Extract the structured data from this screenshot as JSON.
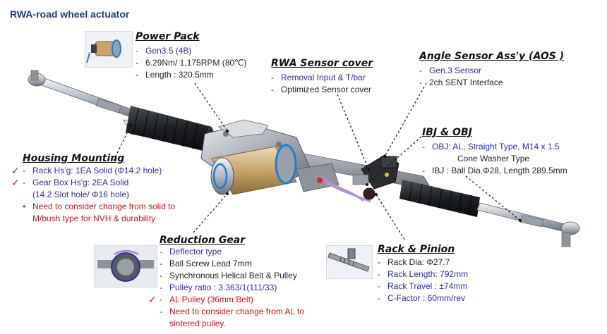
{
  "title": "RWA-road wheel actuator",
  "sections": {
    "power_pack": {
      "title": "Power Pack",
      "lines": [
        {
          "text": "Gen3.5 (4B)",
          "color": "blue"
        },
        {
          "text": "6.29Nm/ 1,175RPM (80℃)",
          "color": "black"
        },
        {
          "text": "Length : 320.5mm",
          "color": "black"
        }
      ]
    },
    "rwa_sensor_cover": {
      "title": "RWA Sensor cover",
      "lines": [
        {
          "text": "Removal Input & T/bar",
          "color": "blue"
        },
        {
          "text": "Optimized Sensor cover",
          "color": "black"
        }
      ]
    },
    "angle_sensor": {
      "title": "Angle Sensor Ass'y (AOS )",
      "lines": [
        {
          "text": "Gen.3 Sensor",
          "color": "blue"
        },
        {
          "text": "2ch SENT Interface",
          "color": "black"
        }
      ]
    },
    "ibj_obj": {
      "title": "IBJ & OBJ",
      "lines": [
        {
          "text": "OBJ: AL, Straight Type, M14 x 1.5",
          "color": "blue"
        },
        {
          "text": "Cone Washer Type",
          "color": "black"
        },
        {
          "text": "IBJ : Ball Dia.Φ28, Length 289.5mm",
          "color": "black"
        }
      ]
    },
    "housing_mounting": {
      "title": "Housing Mounting",
      "lines": [
        {
          "text": "Rack Hs'g: 1EA Solid (Φ14.2 hole)",
          "color": "blue"
        },
        {
          "text": "Gear Box Hs'g: 2EA Solid",
          "color": "blue"
        },
        {
          "text": "(14.2 Slot hole/ Φ16 hole)",
          "color": "blue"
        },
        {
          "text": "Need to consider change from solid to",
          "color": "red"
        },
        {
          "text": "M/bush type for NVH & durability",
          "color": "red"
        }
      ]
    },
    "reduction_gear": {
      "title": "Reduction Gear",
      "lines": [
        {
          "text": "Deflector type",
          "color": "blue"
        },
        {
          "text": "Ball Screw Lead 7mm",
          "color": "black"
        },
        {
          "text": "Synchronous Helical Belt & Pulley",
          "color": "black"
        },
        {
          "text": "Pulley ratio : 3.363/1(111/33)",
          "color": "blue"
        },
        {
          "text": "AL Pulley (36mm Belt)",
          "color": "red"
        },
        {
          "text": "Need to consider change from AL to",
          "color": "red"
        },
        {
          "text": "sintered pulley.",
          "color": "red"
        }
      ]
    },
    "rack_pinion": {
      "title": "Rack & Pinion",
      "lines": [
        {
          "text": "Rack Dia: Φ27.7",
          "color": "black"
        },
        {
          "text": "Rack Length: 792mm",
          "color": "blue"
        },
        {
          "text": "Rack Travel : ±74mm",
          "color": "blue"
        },
        {
          "text": "C-Factor : 60mm/rev",
          "color": "blue"
        }
      ]
    }
  },
  "colors": {
    "title": "#1f3b6e",
    "blue_text": "#2b2fa0",
    "red_text": "#c8151b",
    "check": "#d0161a",
    "leader": "#111111",
    "accent_ring": "#1a7fd6",
    "motor_gold": "#c9a46a"
  },
  "icons": {
    "check": "✓",
    "dash": "-",
    "bullet": "•"
  }
}
